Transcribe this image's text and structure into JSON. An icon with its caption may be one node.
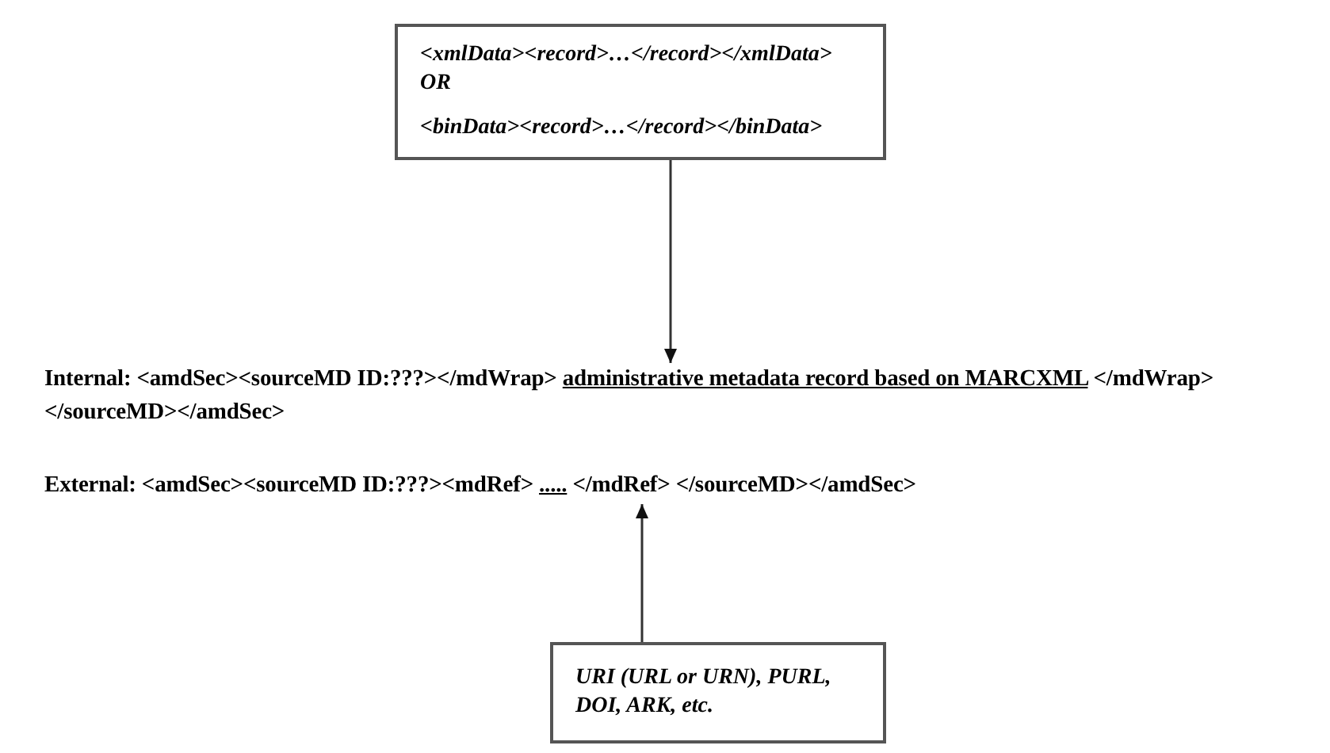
{
  "diagram": {
    "nodes": [
      {
        "text": [
          "<xmlData><record>…</record></xmlData> OR",
          "<binData><record>…</record></binData>"
        ]
      },
      {
        "text": [
          "Internal: <amdSec><sourceMD ID:???></mdWrap>",
          "administrative metadata record based on MARCXML",
          "</mdWrap></sourceMD></amdSec>"
        ]
      },
      {
        "text": [
          "External: <amdSec><sourceMD ID:???><mdRef>",
          ".....",
          "</mdRef> </sourceMD></amdSec>"
        ]
      },
      {
        "text": [
          "URI (URL or URN), PURL, DOI, ARK, etc."
        ]
      }
    ],
    "edges": [
      {
        "from": 0,
        "to": 1,
        "arrow": "to"
      },
      {
        "from": 3,
        "to": 2,
        "arrow": "to"
      }
    ]
  }
}
